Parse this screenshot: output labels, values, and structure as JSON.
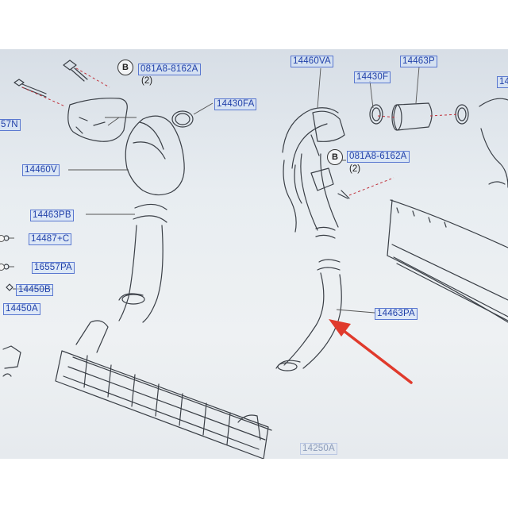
{
  "labels": {
    "l14460va": "14460VA",
    "l14463p": "14463P",
    "l14430f": "14430F",
    "l14430fa": "14430FA",
    "l14460v": "14460V",
    "l14463pb": "14463PB",
    "l14487c": "14487+C",
    "l16557pa": "16557PA",
    "l14450b": "14450B",
    "l14450a": "14450A",
    "l14463pa": "14463PA",
    "l14250a": "14250A",
    "lbolt_left": "081A8-8162A",
    "lbolt_right": "081A8-6162A",
    "l57n": "57N",
    "l14_edge": "14"
  },
  "callouts": {
    "b_symbol": "B",
    "qty_left": "(2)",
    "qty_right": "(2)"
  },
  "colors": {
    "label_text": "#1f3fa8",
    "arrow": "#e03a2c",
    "leader_red": "#c0303a"
  }
}
